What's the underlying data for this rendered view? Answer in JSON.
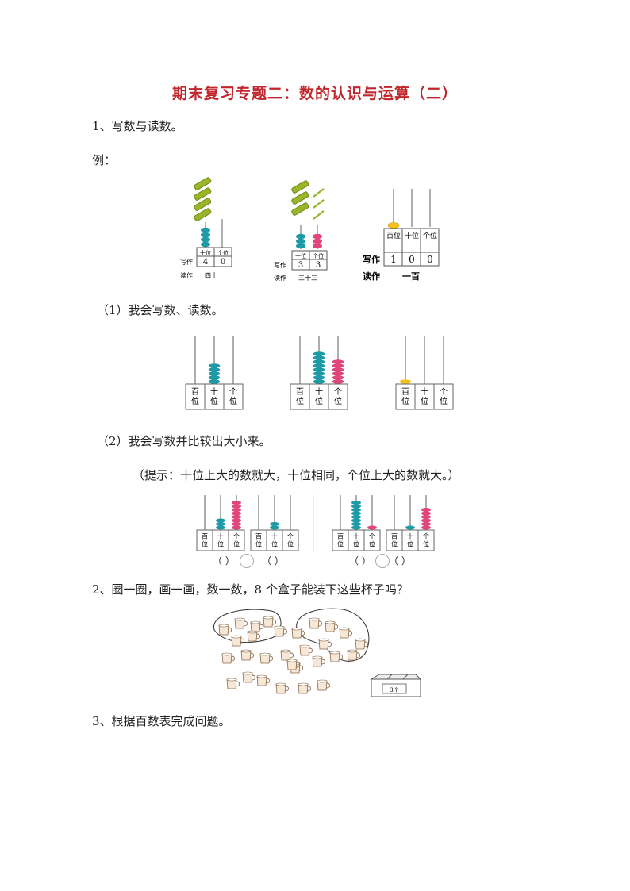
{
  "title": "期末复习专题二：数的认识与运算（二）",
  "q1": {
    "heading": "1、写数与读数。",
    "example_label": "例：",
    "examples": [
      {
        "cols": [
          "十位",
          "个位"
        ],
        "digits": [
          "4",
          "0"
        ],
        "write_label": "写作",
        "read_label": "读作",
        "reading": "四十",
        "beads": {
          "tens": 4,
          "ones": 0
        }
      },
      {
        "cols": [
          "十位",
          "个位"
        ],
        "digits": [
          "3",
          "3"
        ],
        "write_label": "写作",
        "read_label": "读作",
        "reading": "三十三",
        "beads": {
          "tens": 3,
          "ones": 3
        }
      },
      {
        "cols": [
          "百位",
          "十位",
          "个位"
        ],
        "digits": [
          "1",
          "0",
          "0"
        ],
        "write_label": "写作",
        "read_label": "读作",
        "reading": "一百",
        "beads": {
          "hundreds": 1,
          "tens": 0,
          "ones": 0
        }
      }
    ],
    "part1": {
      "label": "（1）我会写数、读数。",
      "abacus_cols": [
        "百位",
        "十位",
        "个位"
      ],
      "abaci": [
        {
          "hundreds": 0,
          "tens": 5,
          "ones": 0
        },
        {
          "hundreds": 0,
          "tens": 8,
          "ones": 6
        },
        {
          "hundreds": 1,
          "tens": 0,
          "ones": 0
        }
      ]
    },
    "part2": {
      "label": "（2）我会写数并比较出大小来。",
      "hint": "（提示：十位上大的数就大，十位相同，个位上大的数就大。）",
      "paren": "（    ）",
      "pairs": [
        [
          {
            "hundreds": 0,
            "tens": 3,
            "ones": 8
          },
          {
            "hundreds": 0,
            "tens": 2,
            "ones": 0
          }
        ],
        [
          {
            "hundreds": 0,
            "tens": 8,
            "ones": 1
          },
          {
            "hundreds": 0,
            "tens": 1,
            "ones": 6
          }
        ]
      ]
    }
  },
  "q2": {
    "heading": "2、圈一圈，画一画，数一数，8 个盒子能装下这些杯子吗？",
    "box_label": "3个",
    "cup_count": 29,
    "loop_count": 2
  },
  "q3": {
    "heading": "3、根据百数表完成问题。"
  },
  "colors": {
    "title": "#c0262c",
    "teal": "#1e9aa6",
    "pink": "#e0457b",
    "yellow": "#f2c21b",
    "bundle": "#9ab52a"
  }
}
